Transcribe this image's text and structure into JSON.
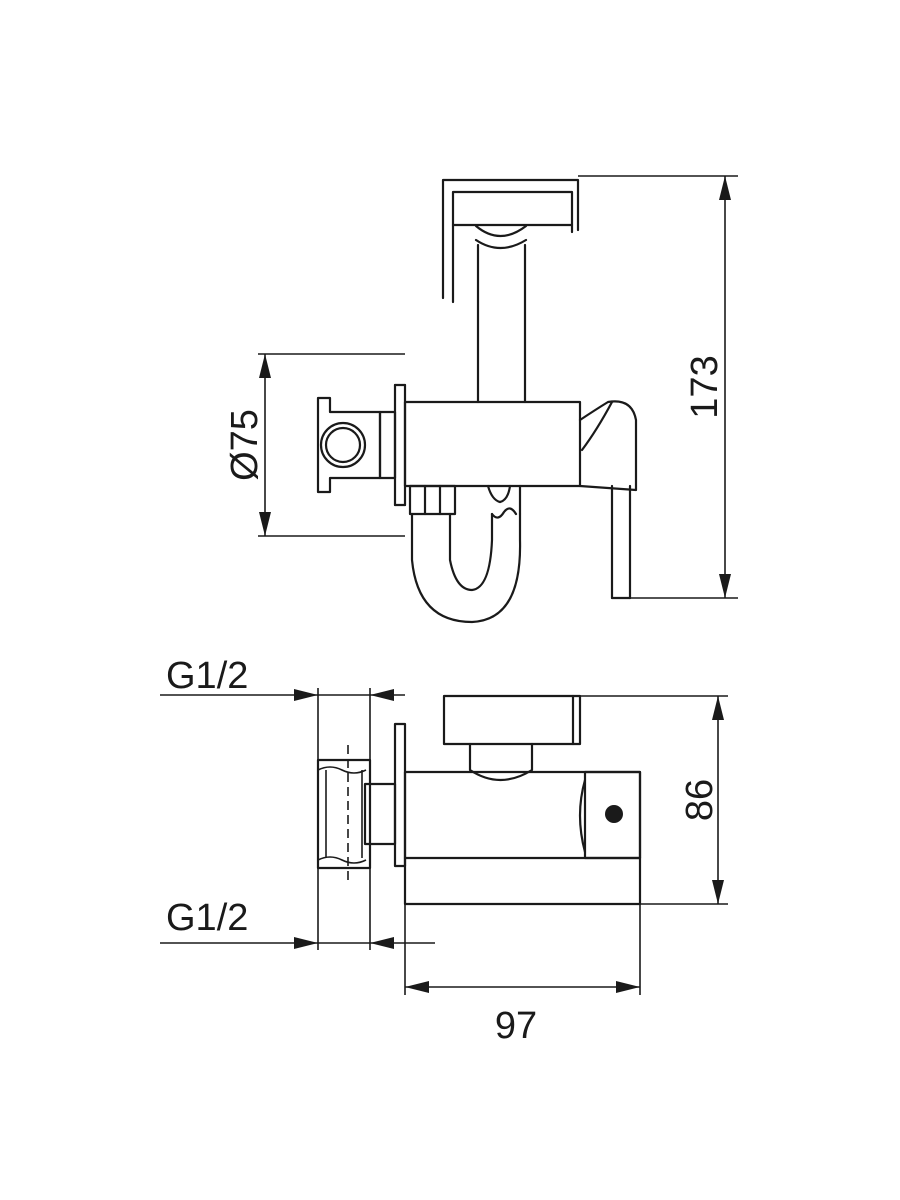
{
  "dimensions": {
    "total_height": "173",
    "plate_diameter": "Ø75",
    "thread_top": "G1/2",
    "thread_bottom": "G1/2",
    "valve_height": "86",
    "valve_width": "97"
  }
}
